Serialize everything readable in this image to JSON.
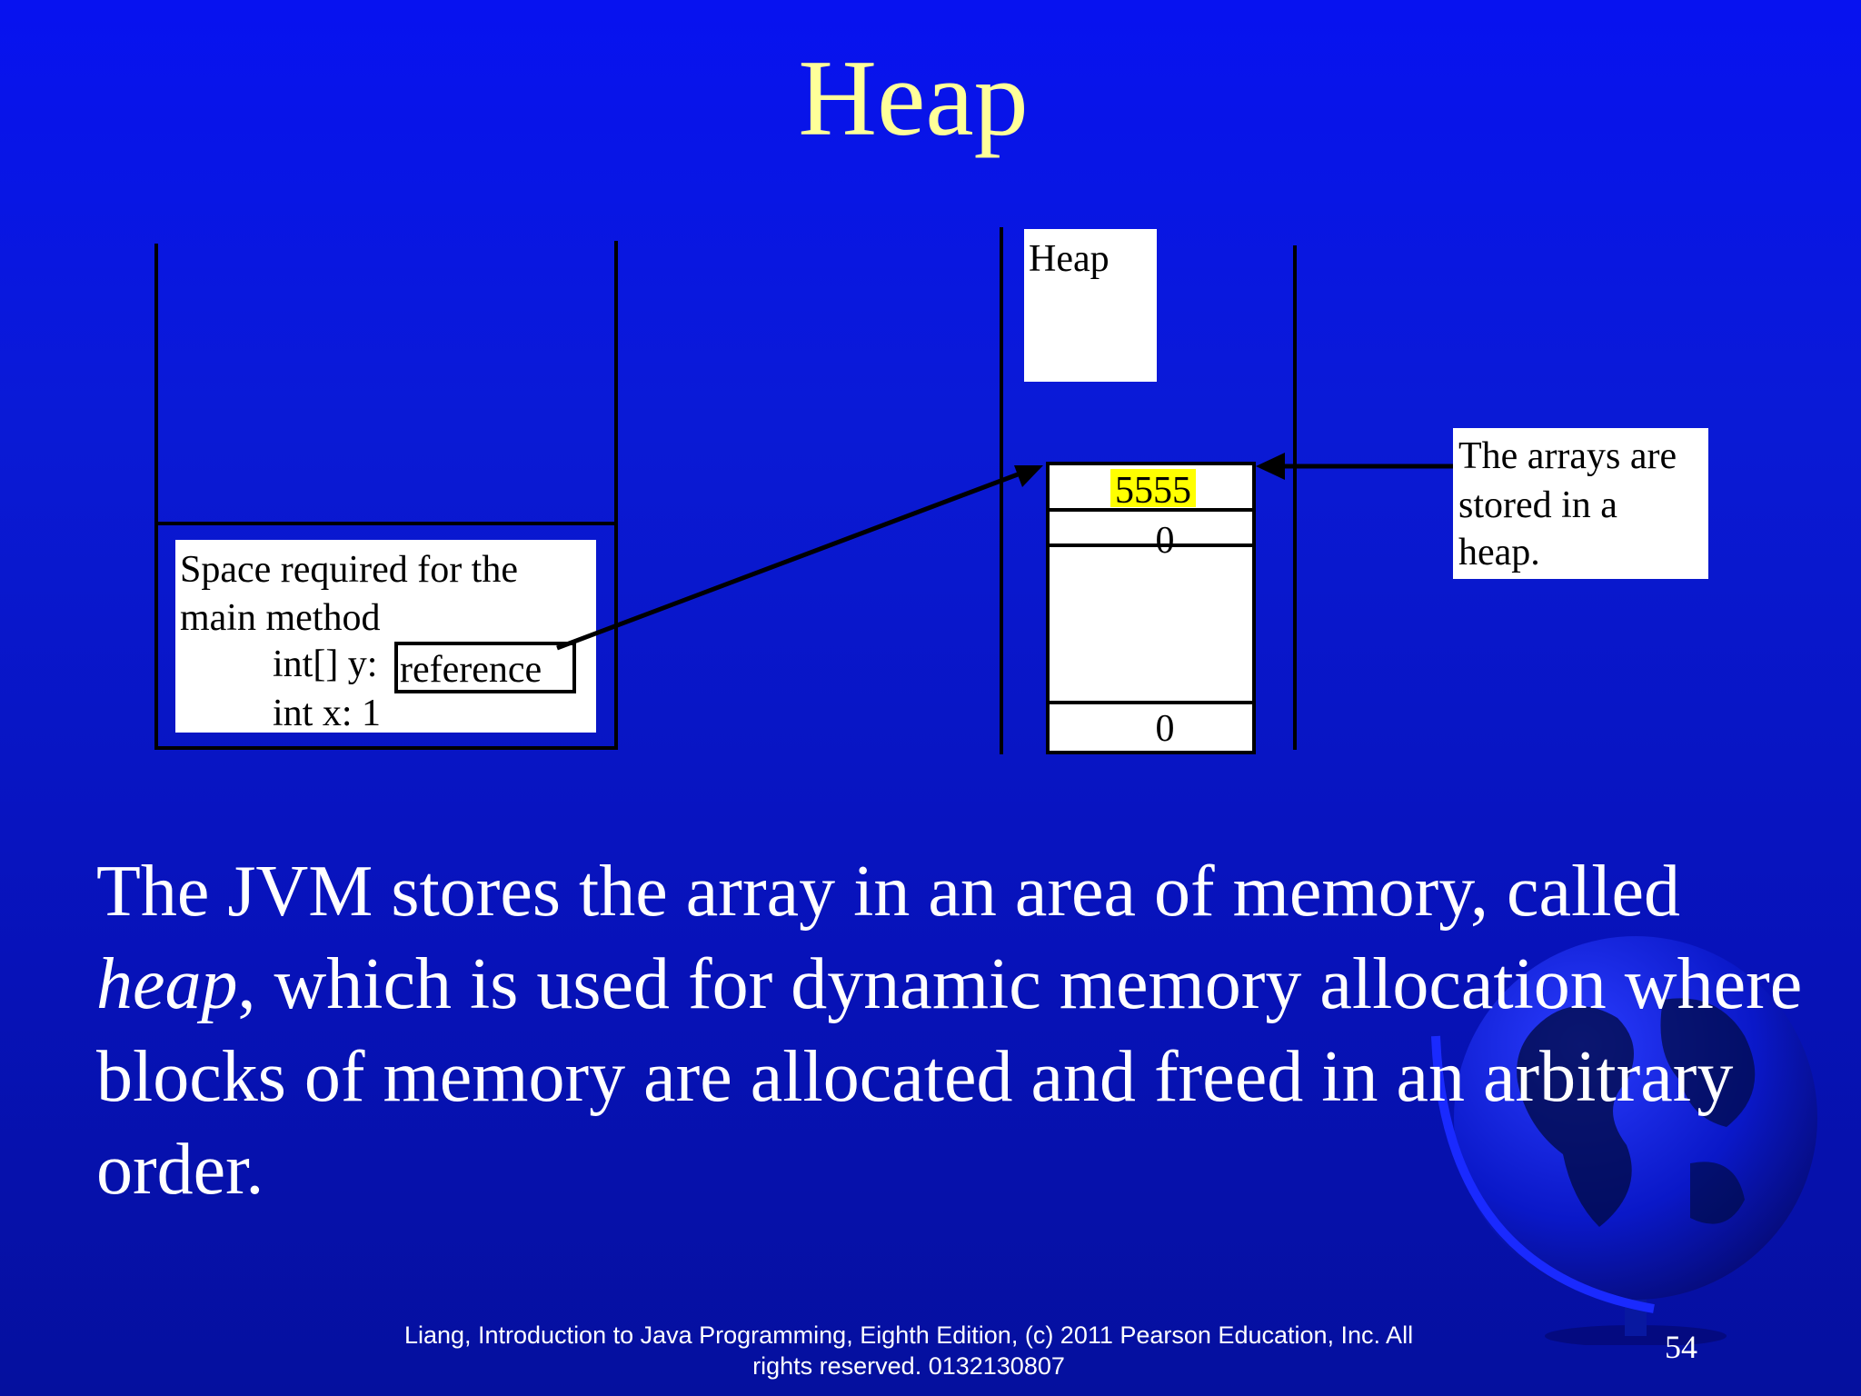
{
  "title": "Heap",
  "diagram": {
    "stack": {
      "frame_lines": [
        "Space required for the",
        "main method"
      ],
      "var_y_label": "int[] y:",
      "var_y_value": "reference",
      "var_x": "int x: 1"
    },
    "heap_label": "Heap",
    "array_cells": {
      "first": "5555",
      "second": "0",
      "last": "0"
    },
    "callout_lines": [
      "The arrays are",
      "stored in a",
      "heap."
    ],
    "highlight_color": "#ffff00"
  },
  "body": {
    "part1": "The JVM stores the array in an area of memory, called ",
    "emphasis": "heap",
    "part2": ", which is used for dynamic memory allocation where blocks of memory are allocated and freed in an arbitrary order."
  },
  "footer": {
    "line1": "Liang, Introduction to Java Programming, Eighth Edition, (c) 2011 Pearson Education, Inc. All",
    "line2": "rights reserved. 0132130807"
  },
  "page_number": "54",
  "colors": {
    "title": "#ffff99",
    "background": "#0a1ad6"
  }
}
